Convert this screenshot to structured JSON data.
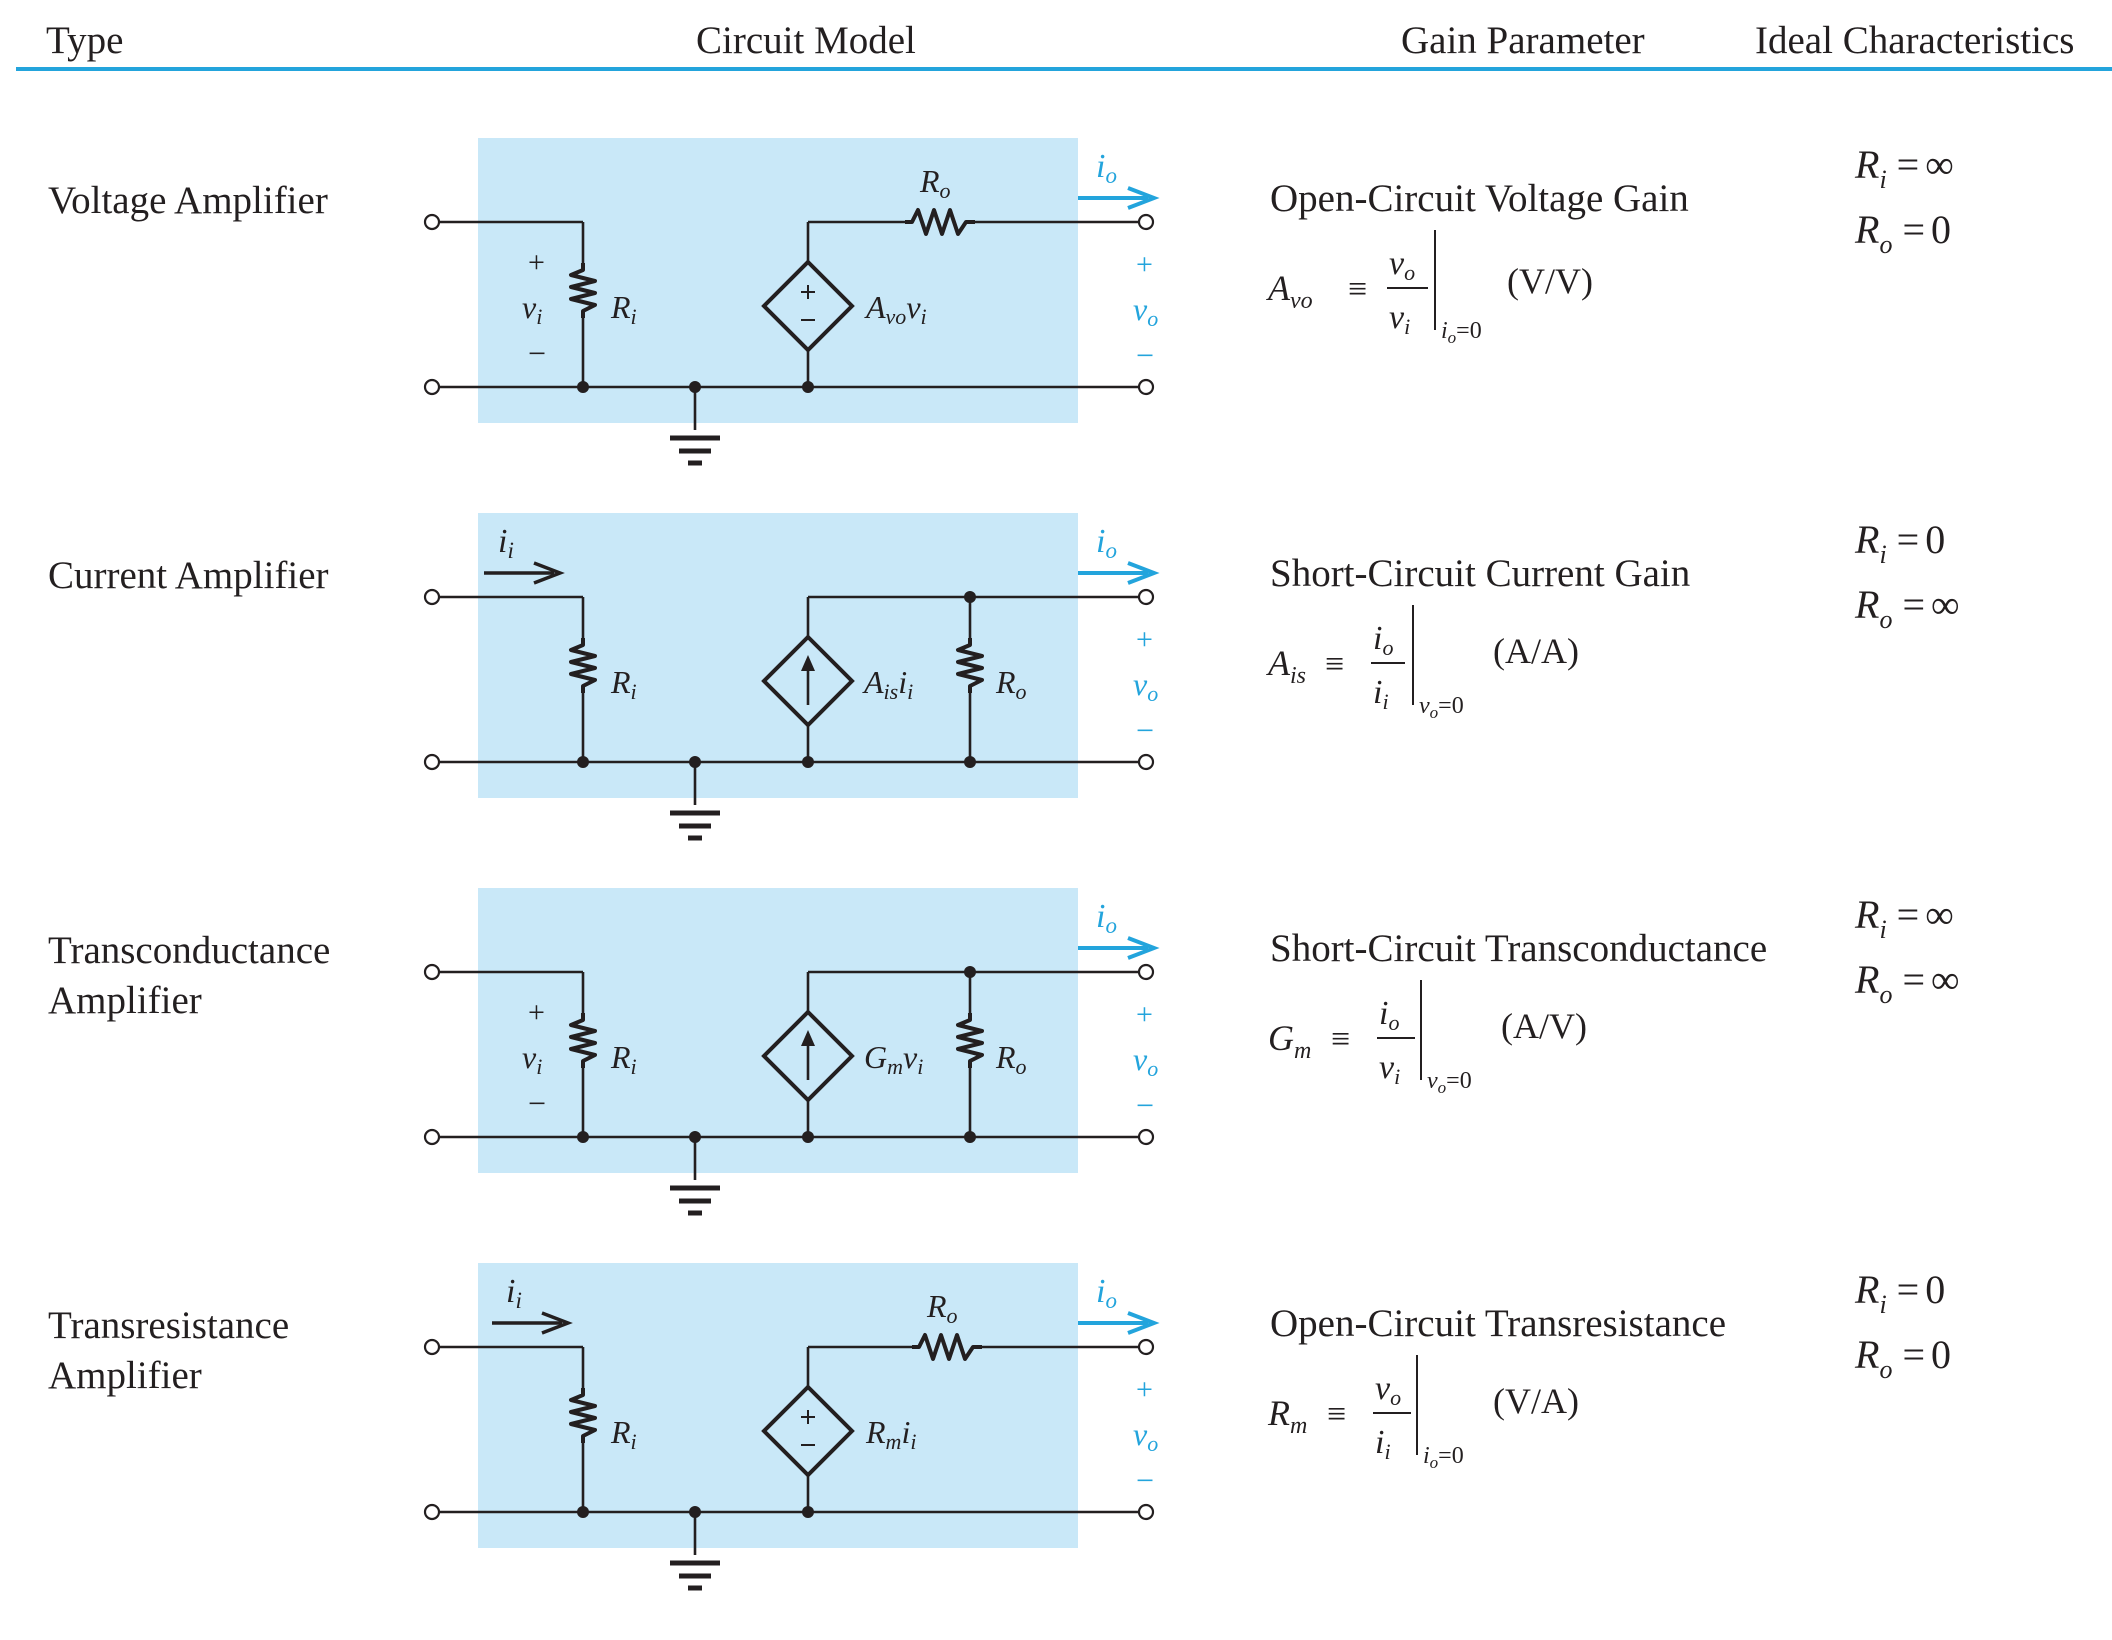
{
  "header": {
    "type": "Type",
    "circuit_model": "Circuit Model",
    "gain_parameter": "Gain Parameter",
    "ideal_characteristics": "Ideal Characteristics"
  },
  "colors": {
    "box_fill": "#c9e8f8",
    "accent": "#23a4dc",
    "ink": "#231f20"
  },
  "labels": {
    "plus": "+",
    "minus": "−",
    "io": "i",
    "io_sub": "o",
    "vo": "v",
    "vo_sub": "o",
    "ii": "i",
    "ii_sub": "i",
    "vi": "v",
    "vi_sub": "i",
    "Ri": "R",
    "Ri_sub": "i",
    "Ro": "R",
    "Ro_sub": "o",
    "equiv": "≡"
  },
  "rows": [
    {
      "type_line1": "Voltage Amplifier",
      "type_line2": "",
      "gain_name": "Open-Circuit Voltage Gain",
      "source_label": "A",
      "source_sub": "vo",
      "source_tail": "v",
      "source_tail_sub": "i",
      "formula": {
        "lhs": "A",
        "lhs_sub": "vo",
        "num": "v",
        "num_sub": "o",
        "den": "v",
        "den_sub": "i",
        "cond": "i",
        "cond_sub": "o",
        "cond_tail": "=0",
        "unit": "(V/V)"
      },
      "ideal": [
        {
          "sym": "R",
          "sub": "i",
          "eq": "=",
          "val": "∞"
        },
        {
          "sym": "R",
          "sub": "o",
          "eq": "=",
          "val": "0"
        }
      ]
    },
    {
      "type_line1": "Current Amplifier",
      "type_line2": "",
      "gain_name": "Short-Circuit Current Gain",
      "source_label": "A",
      "source_sub": "is",
      "source_tail": "i",
      "source_tail_sub": "i",
      "formula": {
        "lhs": "A",
        "lhs_sub": "is",
        "num": "i",
        "num_sub": "o",
        "den": "i",
        "den_sub": "i",
        "cond": "v",
        "cond_sub": "o",
        "cond_tail": "=0",
        "unit": "(A/A)"
      },
      "ideal": [
        {
          "sym": "R",
          "sub": "i",
          "eq": "=",
          "val": "0"
        },
        {
          "sym": "R",
          "sub": "o",
          "eq": "=",
          "val": "∞"
        }
      ]
    },
    {
      "type_line1": "Transconductance",
      "type_line2": "Amplifier",
      "gain_name": "Short-Circuit Transconductance",
      "source_label": "G",
      "source_sub": "m",
      "source_tail": "v",
      "source_tail_sub": "i",
      "formula": {
        "lhs": "G",
        "lhs_sub": "m",
        "num": "i",
        "num_sub": "o",
        "den": "v",
        "den_sub": "i",
        "cond": "v",
        "cond_sub": "o",
        "cond_tail": "=0",
        "unit": "(A/V)"
      },
      "ideal": [
        {
          "sym": "R",
          "sub": "i",
          "eq": "=",
          "val": "∞"
        },
        {
          "sym": "R",
          "sub": "o",
          "eq": "=",
          "val": "∞"
        }
      ]
    },
    {
      "type_line1": "Transresistance",
      "type_line2": "Amplifier",
      "gain_name": "Open-Circuit Transresistance",
      "source_label": "R",
      "source_sub": "m",
      "source_tail": "i",
      "source_tail_sub": "i",
      "formula": {
        "lhs": "R",
        "lhs_sub": "m",
        "num": "v",
        "num_sub": "o",
        "den": "i",
        "den_sub": "i",
        "cond": "i",
        "cond_sub": "o",
        "cond_tail": "=0",
        "unit": "(V/A)"
      },
      "ideal": [
        {
          "sym": "R",
          "sub": "i",
          "eq": "=",
          "val": "0"
        },
        {
          "sym": "R",
          "sub": "o",
          "eq": "=",
          "val": "0"
        }
      ]
    }
  ]
}
